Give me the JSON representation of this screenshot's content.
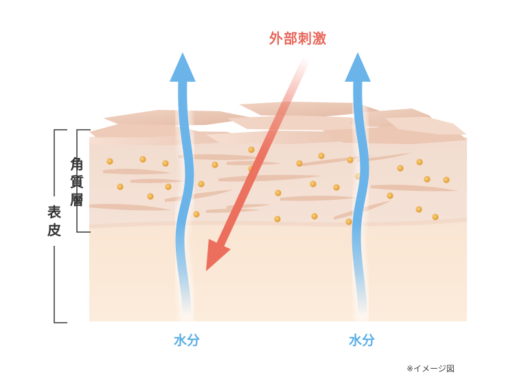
{
  "labels": {
    "external_stimulus": "外部刺激",
    "water_left": "水分",
    "water_right": "水分",
    "stratum_corneum": "角質層",
    "epidermis": "表皮",
    "image_note": "※イメージ図"
  },
  "colors": {
    "water_arrow": "#6ab4ea",
    "stimulus_arrow": "#ec6e5c",
    "stimulus_text": "#e8675a",
    "water_text": "#5aaee6",
    "bracket": "#333333",
    "skin_base": "#fae9d8",
    "skin_top": "#e8c4b0",
    "dot": "#e9a845"
  },
  "icons": {
    "water_arrow": "up-arrow-icon",
    "stimulus_arrow": "diagonal-down-arrow-icon"
  }
}
